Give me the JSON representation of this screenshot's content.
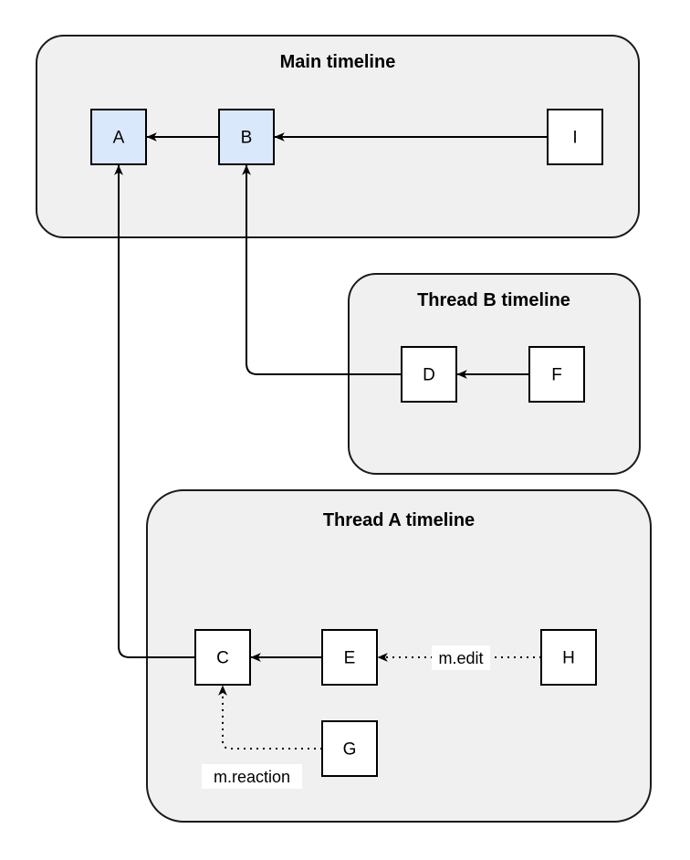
{
  "page": {
    "background": "#ffffff"
  },
  "diagram": {
    "colors": {
      "container-fill": "#f0f0f0",
      "container-stroke": "#1a1a1a",
      "node-fill": "#ffffff",
      "node-highlight-fill": "#dae8fc",
      "node-stroke": "#000000",
      "edge-color": "#000000",
      "text-color": "#000000",
      "label-bg": "#ffffff"
    },
    "containers": [
      {
        "id": "main",
        "title": "Main timeline"
      },
      {
        "id": "thread-b",
        "title": "Thread B timeline"
      },
      {
        "id": "thread-a",
        "title": "Thread A timeline"
      }
    ],
    "nodes": [
      {
        "id": "A",
        "label": "A",
        "highlighted": true,
        "container": "main"
      },
      {
        "id": "B",
        "label": "B",
        "highlighted": true,
        "container": "main"
      },
      {
        "id": "I",
        "label": "I",
        "highlighted": false,
        "container": "main"
      },
      {
        "id": "D",
        "label": "D",
        "highlighted": false,
        "container": "thread-b"
      },
      {
        "id": "F",
        "label": "F",
        "highlighted": false,
        "container": "thread-b"
      },
      {
        "id": "C",
        "label": "C",
        "highlighted": false,
        "container": "thread-a"
      },
      {
        "id": "E",
        "label": "E",
        "highlighted": false,
        "container": "thread-a"
      },
      {
        "id": "H",
        "label": "H",
        "highlighted": false,
        "container": "thread-a"
      },
      {
        "id": "G",
        "label": "G",
        "highlighted": false,
        "container": "thread-a"
      }
    ],
    "edges": [
      {
        "from": "B",
        "to": "A",
        "style": "solid",
        "label": ""
      },
      {
        "from": "I",
        "to": "B",
        "style": "solid",
        "label": ""
      },
      {
        "from": "F",
        "to": "D",
        "style": "solid",
        "label": ""
      },
      {
        "from": "D",
        "to": "B",
        "style": "solid",
        "label": ""
      },
      {
        "from": "E",
        "to": "C",
        "style": "solid",
        "label": ""
      },
      {
        "from": "C",
        "to": "A",
        "style": "solid",
        "label": ""
      },
      {
        "from": "H",
        "to": "E",
        "style": "dotted",
        "label": "m.edit"
      },
      {
        "from": "G",
        "to": "C",
        "style": "dotted",
        "label": "m.reaction"
      }
    ]
  }
}
